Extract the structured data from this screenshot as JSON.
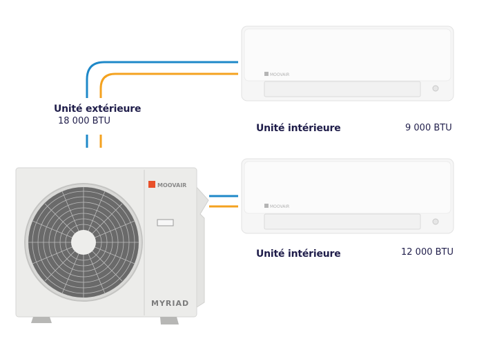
{
  "outdoor_unit": {
    "label": "Unité extérieure",
    "capacity": "18 000 BTU",
    "brand": "MOOVAIR",
    "model": "MYRIAD"
  },
  "indoor_units": [
    {
      "label": "Unité intérieure",
      "capacity": "9 000 BTU",
      "brand": "MOOVAIR"
    },
    {
      "label": "Unité intérieure",
      "capacity": "12 000 BTU",
      "brand": "MOOVAIR"
    }
  ],
  "colors": {
    "liquid_line": "#1e88c8",
    "gas_line": "#f4a21f",
    "text": "#1f1d4a",
    "brand": "#e8502a"
  }
}
